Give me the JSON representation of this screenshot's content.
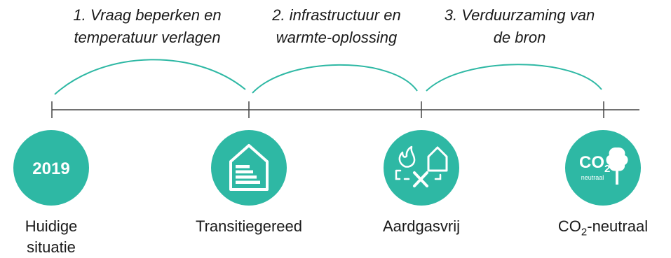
{
  "colors": {
    "accent": "#2eb8a4",
    "axis": "#444444",
    "text": "#1a1a1a"
  },
  "phases": [
    {
      "line1": "1. Vraag beperken en",
      "line2": "temperatuur verlagen"
    },
    {
      "line1": "2. infrastructuur en",
      "line2": "warmte-oplossing"
    },
    {
      "line1": "3. Verduurzaming van",
      "line2": "de bron"
    }
  ],
  "milestones": [
    {
      "icon": "year-badge",
      "badge_text": "2019",
      "label_line1": "Huidige",
      "label_line2": "situatie"
    },
    {
      "icon": "energy-label-house-icon",
      "label_line1": "Transitiegereed"
    },
    {
      "icon": "no-gas-house-icon",
      "label_line1": "Aardgasvrij"
    },
    {
      "icon": "co2-neutral-tree-icon",
      "icon_text_main": "CO",
      "icon_text_sub": "2",
      "icon_text_caption": "neutraal",
      "label_main": "CO",
      "label_sub": "2",
      "label_rest": "-neutraal"
    }
  ]
}
